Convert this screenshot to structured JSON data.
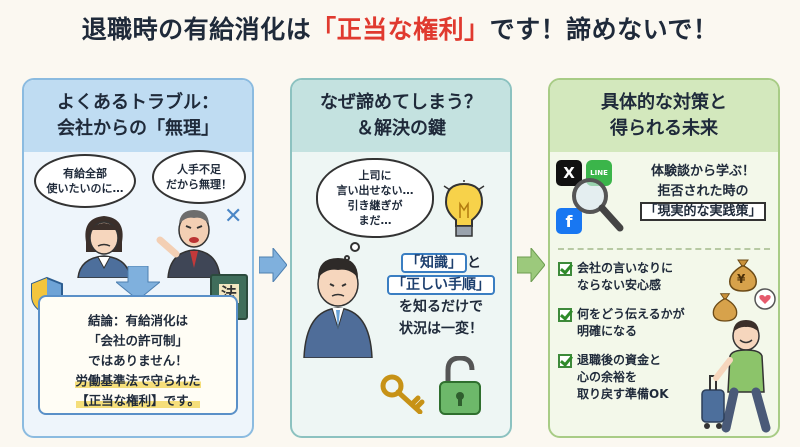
{
  "header": {
    "title_pre": "退職時の有給消化は",
    "title_highlight": "「正当な権利」",
    "title_post": "です！諦めないで！"
  },
  "panel1": {
    "heading_line1": "よくあるトラブル：",
    "heading_line2": "会社からの「無理」",
    "bubble_employee_line1": "有給全部",
    "bubble_employee_line2": "使いたいのに…",
    "bubble_boss_line1": "人手不足",
    "bubble_boss_line2": "だから無理！",
    "law_book_label": "法",
    "conclusion": {
      "line1": "結論：有給消化は",
      "line2": "「会社の許可制」",
      "line3": "ではありません！",
      "line4": "労働基準法で守られた",
      "line5": "【正当な権利】です。"
    }
  },
  "panel2": {
    "heading_line1": "なぜ諦めてしまう？",
    "heading_line2": "＆解決の鍵",
    "thought_line1": "上司に",
    "thought_line2": "言い出せない…",
    "thought_line3": "引き継ぎが",
    "thought_line4": "まだ…",
    "answer": {
      "knowledge": "「知識」",
      "and": "と",
      "procedure": "「正しい手順」",
      "line3": "を知るだけで",
      "line4": "状況は一変！"
    }
  },
  "panel3": {
    "heading_line1": "具体的な対策と",
    "heading_line2": "得られる未来",
    "social_labels": [
      "X",
      "LINE",
      "f"
    ],
    "learn": {
      "line1": "体験談から学ぶ！",
      "line2": "拒否された時の",
      "line3": "「現実的な実践策」"
    },
    "checks": [
      {
        "line1": "会社の言いなりに",
        "line2": "ならない安心感",
        "line3": ""
      },
      {
        "line1": "何をどう伝えるかが",
        "line2": "明確になる",
        "line3": ""
      },
      {
        "line1": "退職後の資金と",
        "line2": "心の余裕を",
        "line3": "取り戻す準備OK"
      }
    ],
    "yen_symbol": "¥"
  },
  "colors": {
    "accent_red": "#e03a2f",
    "panel1_head": "#bfdcf2",
    "panel2_head": "#c4e2e0",
    "panel3_head": "#d3e8bd",
    "arrow_blue": "#7fb0dd",
    "arrow_green": "#9cc97c"
  }
}
